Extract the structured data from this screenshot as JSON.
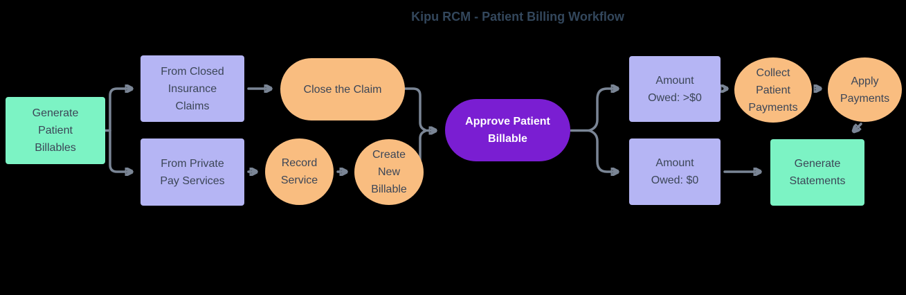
{
  "title": "Kipu RCM - Patient Billing Workflow",
  "colors": {
    "background": "#000000",
    "mint": "#7CF3C4",
    "lavender": "#B5B5F4",
    "orange": "#F9BD80",
    "purple": "#7A1ED2",
    "connector_gray": "#7A8595",
    "node_text": "#3C4657",
    "purple_node_text": "#FFFFFF",
    "title_color": "#33475C"
  },
  "nodes": {
    "generate_billables": {
      "label": "Generate Patient Billables",
      "shape": "rect",
      "color": "mint"
    },
    "from_closed_claims": {
      "label": "From Closed Insurance Claims",
      "shape": "rect",
      "color": "lavender"
    },
    "from_private_pay": {
      "label": "From Private Pay Services",
      "shape": "rect",
      "color": "lavender"
    },
    "close_claim": {
      "label": "Close the Claim",
      "shape": "stadium",
      "color": "orange"
    },
    "record_service": {
      "label": "Record Service",
      "shape": "circle",
      "color": "orange"
    },
    "create_billable": {
      "label": "Create New Billable",
      "shape": "circle",
      "color": "orange"
    },
    "approve_billable": {
      "label": "Approve Patient Billable",
      "shape": "stadium",
      "color": "purple"
    },
    "amount_gt_zero": {
      "label": "Amount Owed: >$0",
      "shape": "rect",
      "color": "lavender"
    },
    "amount_zero": {
      "label": "Amount Owed: $0",
      "shape": "rect",
      "color": "lavender"
    },
    "collect_payments": {
      "label": "Collect Patient Payments",
      "shape": "circle",
      "color": "orange"
    },
    "apply_payments": {
      "label": "Apply Payments",
      "shape": "circle",
      "color": "orange"
    },
    "generate_statements": {
      "label": "Generate Statements",
      "shape": "rect",
      "color": "mint"
    }
  },
  "edges": [
    {
      "from": "generate_billables",
      "to": "from_closed_claims"
    },
    {
      "from": "generate_billables",
      "to": "from_private_pay"
    },
    {
      "from": "from_closed_claims",
      "to": "close_claim"
    },
    {
      "from": "from_private_pay",
      "to": "record_service"
    },
    {
      "from": "record_service",
      "to": "create_billable"
    },
    {
      "from": "close_claim",
      "to": "approve_billable"
    },
    {
      "from": "create_billable",
      "to": "approve_billable"
    },
    {
      "from": "approve_billable",
      "to": "amount_gt_zero"
    },
    {
      "from": "approve_billable",
      "to": "amount_zero"
    },
    {
      "from": "amount_gt_zero",
      "to": "collect_payments"
    },
    {
      "from": "collect_payments",
      "to": "apply_payments"
    },
    {
      "from": "amount_zero",
      "to": "generate_statements"
    },
    {
      "from": "apply_payments",
      "to": "generate_statements"
    }
  ]
}
